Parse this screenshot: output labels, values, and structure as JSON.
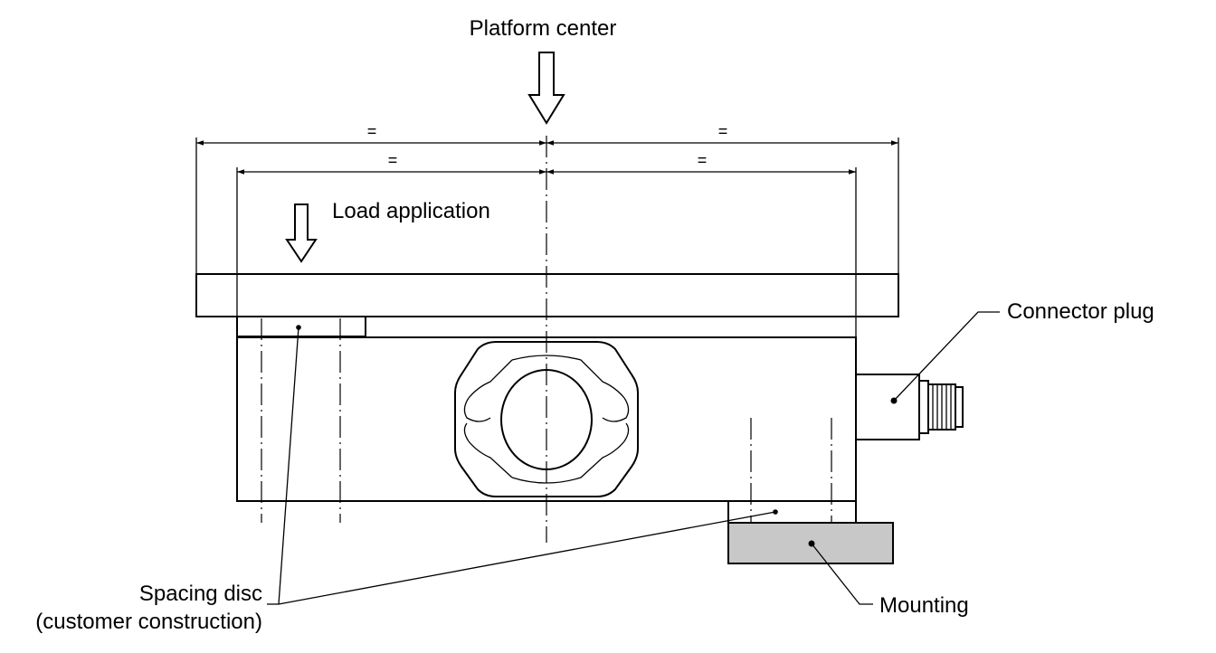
{
  "labels": {
    "platform_center": "Platform center",
    "load_application": "Load application",
    "connector_plug": "Connector plug",
    "mounting": "Mounting",
    "spacing_disc_line1": "Spacing disc",
    "spacing_disc_line2": "(customer construction)"
  },
  "dimensions": {
    "outer_left": "=",
    "outer_right": "=",
    "inner_left": "=",
    "inner_right": "="
  },
  "colors": {
    "line": "#000000",
    "mounting_fill": "#c8c8c8",
    "background": "#ffffff"
  }
}
